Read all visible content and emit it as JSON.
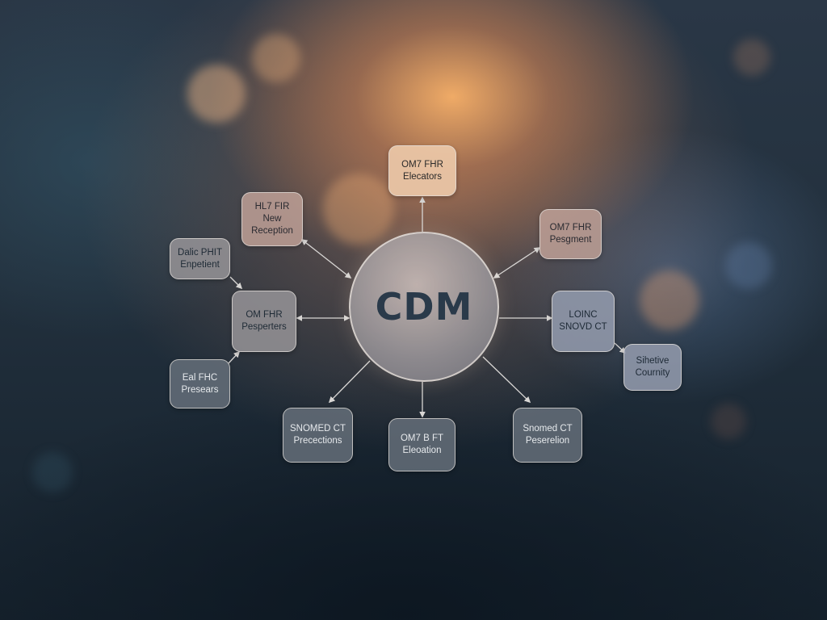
{
  "diagram": {
    "hub": {
      "label": "CDM"
    },
    "nodes": [
      {
        "id": "top",
        "lines": [
          "OM7 FHR",
          "Elecators"
        ]
      },
      {
        "id": "upper-left",
        "lines": [
          "HL7 FIR",
          "New",
          "Reception"
        ]
      },
      {
        "id": "upper-right",
        "lines": [
          "OM7 FHR",
          "Pesgment"
        ]
      },
      {
        "id": "far-left-top",
        "lines": [
          "Dalic PHIT",
          "Enpetient"
        ]
      },
      {
        "id": "left",
        "lines": [
          "OM FHR",
          "Pesperters"
        ]
      },
      {
        "id": "right",
        "lines": [
          "LOINC",
          "SNOVD CT"
        ]
      },
      {
        "id": "far-right",
        "lines": [
          "Sihetive",
          "Cournity"
        ]
      },
      {
        "id": "far-left-bottom",
        "lines": [
          "Eal FHC",
          "Presears"
        ]
      },
      {
        "id": "bottom-left",
        "lines": [
          "SNOMED CT",
          "Precections"
        ]
      },
      {
        "id": "bottom",
        "lines": [
          "OM7 B FT",
          "Eleoation"
        ]
      },
      {
        "id": "bottom-right",
        "lines": [
          "Snomed CT",
          "Peserelion"
        ]
      }
    ]
  },
  "colors": {
    "glow": "#f8b068",
    "hub_text": "#2a3a4a",
    "connector": "#d8d6d4",
    "background": "#1c2935"
  }
}
